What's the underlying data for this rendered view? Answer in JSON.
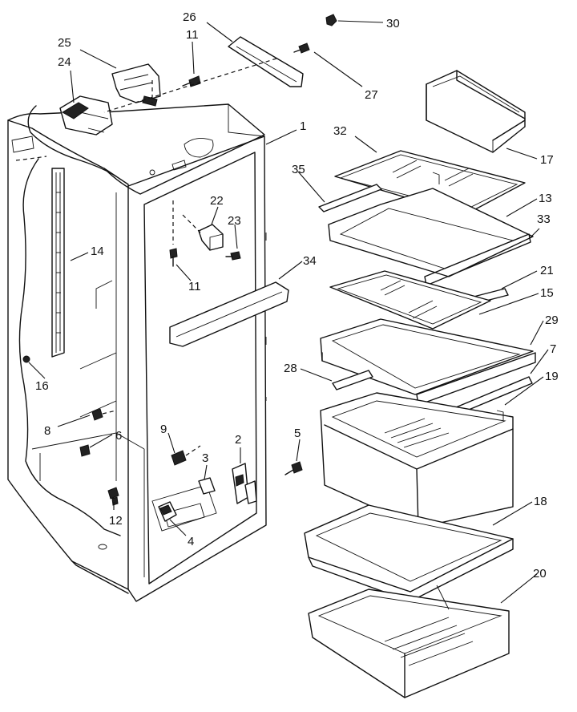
{
  "callouts": [
    {
      "id": "c30",
      "text": "30"
    },
    {
      "id": "c26",
      "text": "26"
    },
    {
      "id": "c11a",
      "text": "11"
    },
    {
      "id": "c25",
      "text": "25"
    },
    {
      "id": "c24",
      "text": "24"
    },
    {
      "id": "c27",
      "text": "27"
    },
    {
      "id": "c1",
      "text": "1"
    },
    {
      "id": "c32",
      "text": "32"
    },
    {
      "id": "c17",
      "text": "17"
    },
    {
      "id": "c35",
      "text": "35"
    },
    {
      "id": "c22",
      "text": "22"
    },
    {
      "id": "c23",
      "text": "23"
    },
    {
      "id": "c13",
      "text": "13"
    },
    {
      "id": "c33",
      "text": "33"
    },
    {
      "id": "c14",
      "text": "14"
    },
    {
      "id": "c34",
      "text": "34"
    },
    {
      "id": "c11b",
      "text": "11"
    },
    {
      "id": "c21",
      "text": "21"
    },
    {
      "id": "c15",
      "text": "15"
    },
    {
      "id": "c29",
      "text": "29"
    },
    {
      "id": "c28",
      "text": "28"
    },
    {
      "id": "c7",
      "text": "7"
    },
    {
      "id": "c19",
      "text": "19"
    },
    {
      "id": "c16",
      "text": "16"
    },
    {
      "id": "c8",
      "text": "8"
    },
    {
      "id": "c9",
      "text": "9"
    },
    {
      "id": "c6",
      "text": "6"
    },
    {
      "id": "c2",
      "text": "2"
    },
    {
      "id": "c5",
      "text": "5"
    },
    {
      "id": "c3",
      "text": "3"
    },
    {
      "id": "c12",
      "text": "12"
    },
    {
      "id": "c4",
      "text": "4"
    },
    {
      "id": "c18",
      "text": "18"
    },
    {
      "id": "c20",
      "text": "20"
    }
  ]
}
